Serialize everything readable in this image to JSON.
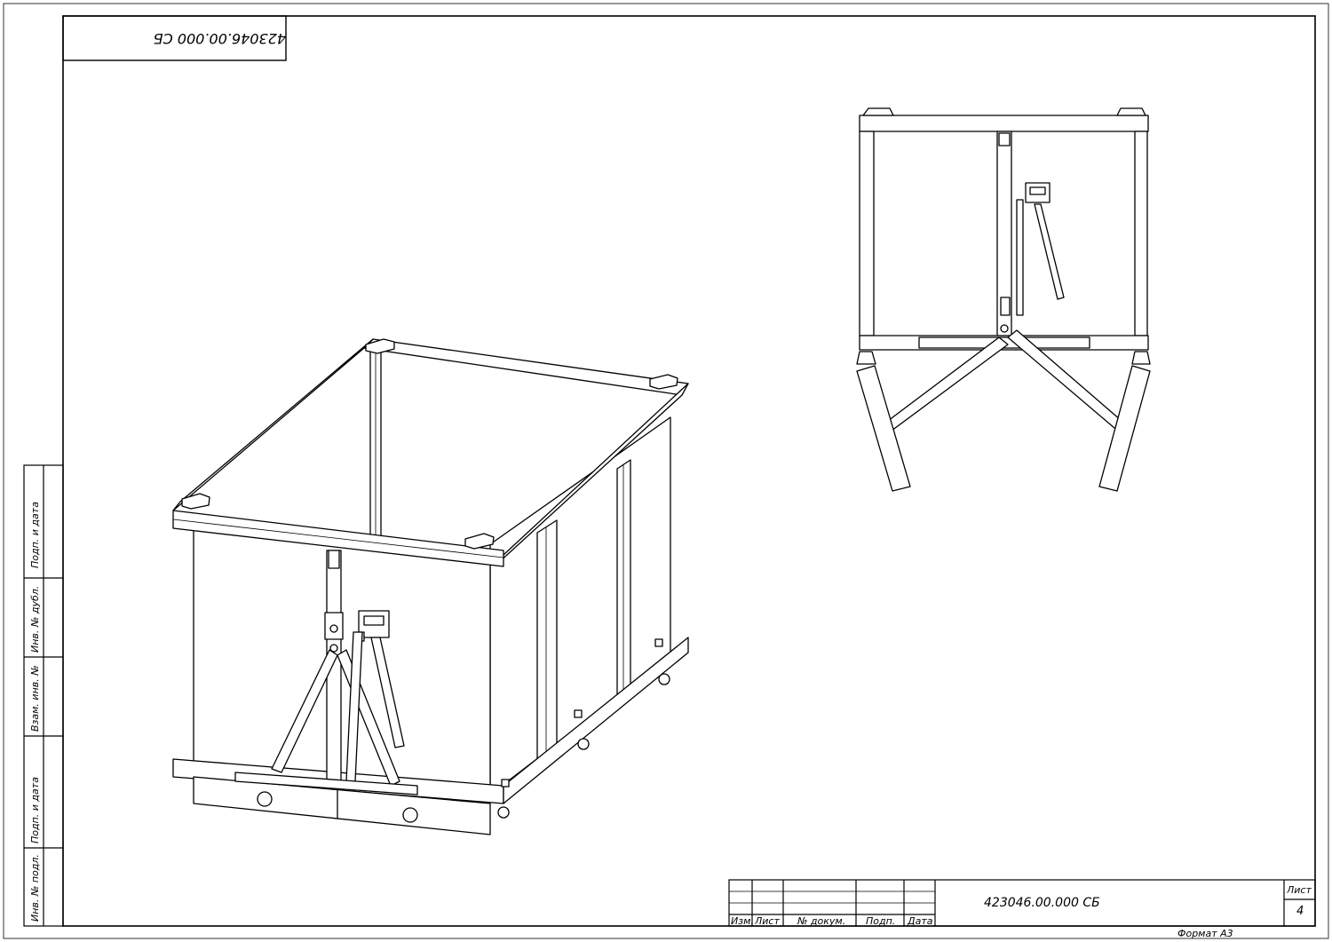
{
  "drawing": {
    "designation": "423046.00.000 СБ",
    "designation_mirrored": "423046.00.000 СБ",
    "sheet_number": "4",
    "format_label": "Формат  А3"
  },
  "title_block": {
    "col_izm": "Изм.",
    "col_list": "Лист",
    "col_doc": "№ докум.",
    "col_sign": "Подп.",
    "col_date": "Дата",
    "sheet_header": "Лист"
  },
  "side_stamp": {
    "podp_data_1": "Подп. и дата",
    "inv_dubl": "Инв. № дубл.",
    "vzam_inv": "Взам. инв. №",
    "podp_data_2": "Подп. и дата",
    "inv_podl": "Инв. № подл."
  }
}
